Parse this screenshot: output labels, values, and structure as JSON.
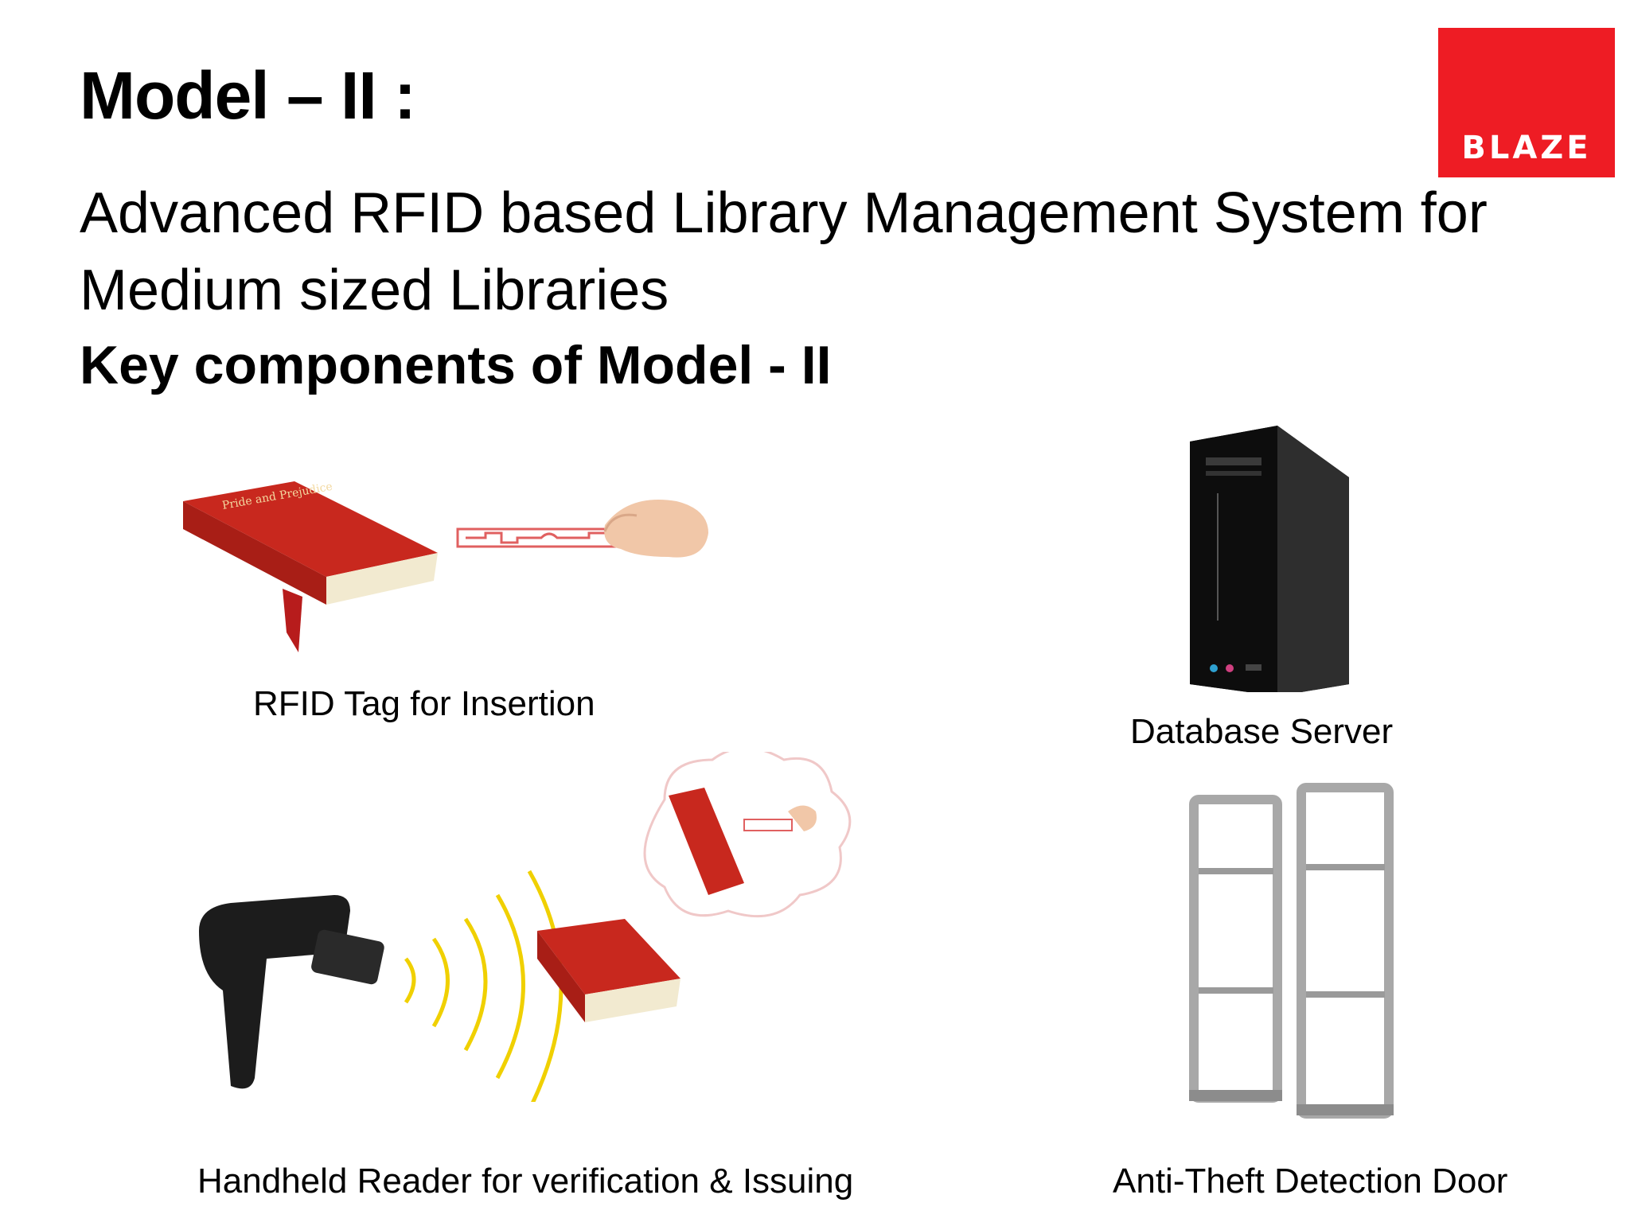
{
  "slide": {
    "title": "Model – II  :",
    "subtitle": "Advanced RFID based Library Management System for Medium sized Libraries",
    "section_heading": "Key components of Model - II",
    "logo_text": "BLAZE",
    "brand_color": "#ee1c24"
  },
  "components": [
    {
      "caption": "RFID Tag for Insertion",
      "icon": "book-with-rfid-tag-icon"
    },
    {
      "caption": "Database Server",
      "icon": "tower-pc-server-icon"
    },
    {
      "caption": "Handheld Reader for verification & Issuing",
      "icon": "handheld-rfid-reader-icon"
    },
    {
      "caption": "Anti-Theft Detection Door",
      "icon": "anti-theft-gate-icon"
    }
  ]
}
